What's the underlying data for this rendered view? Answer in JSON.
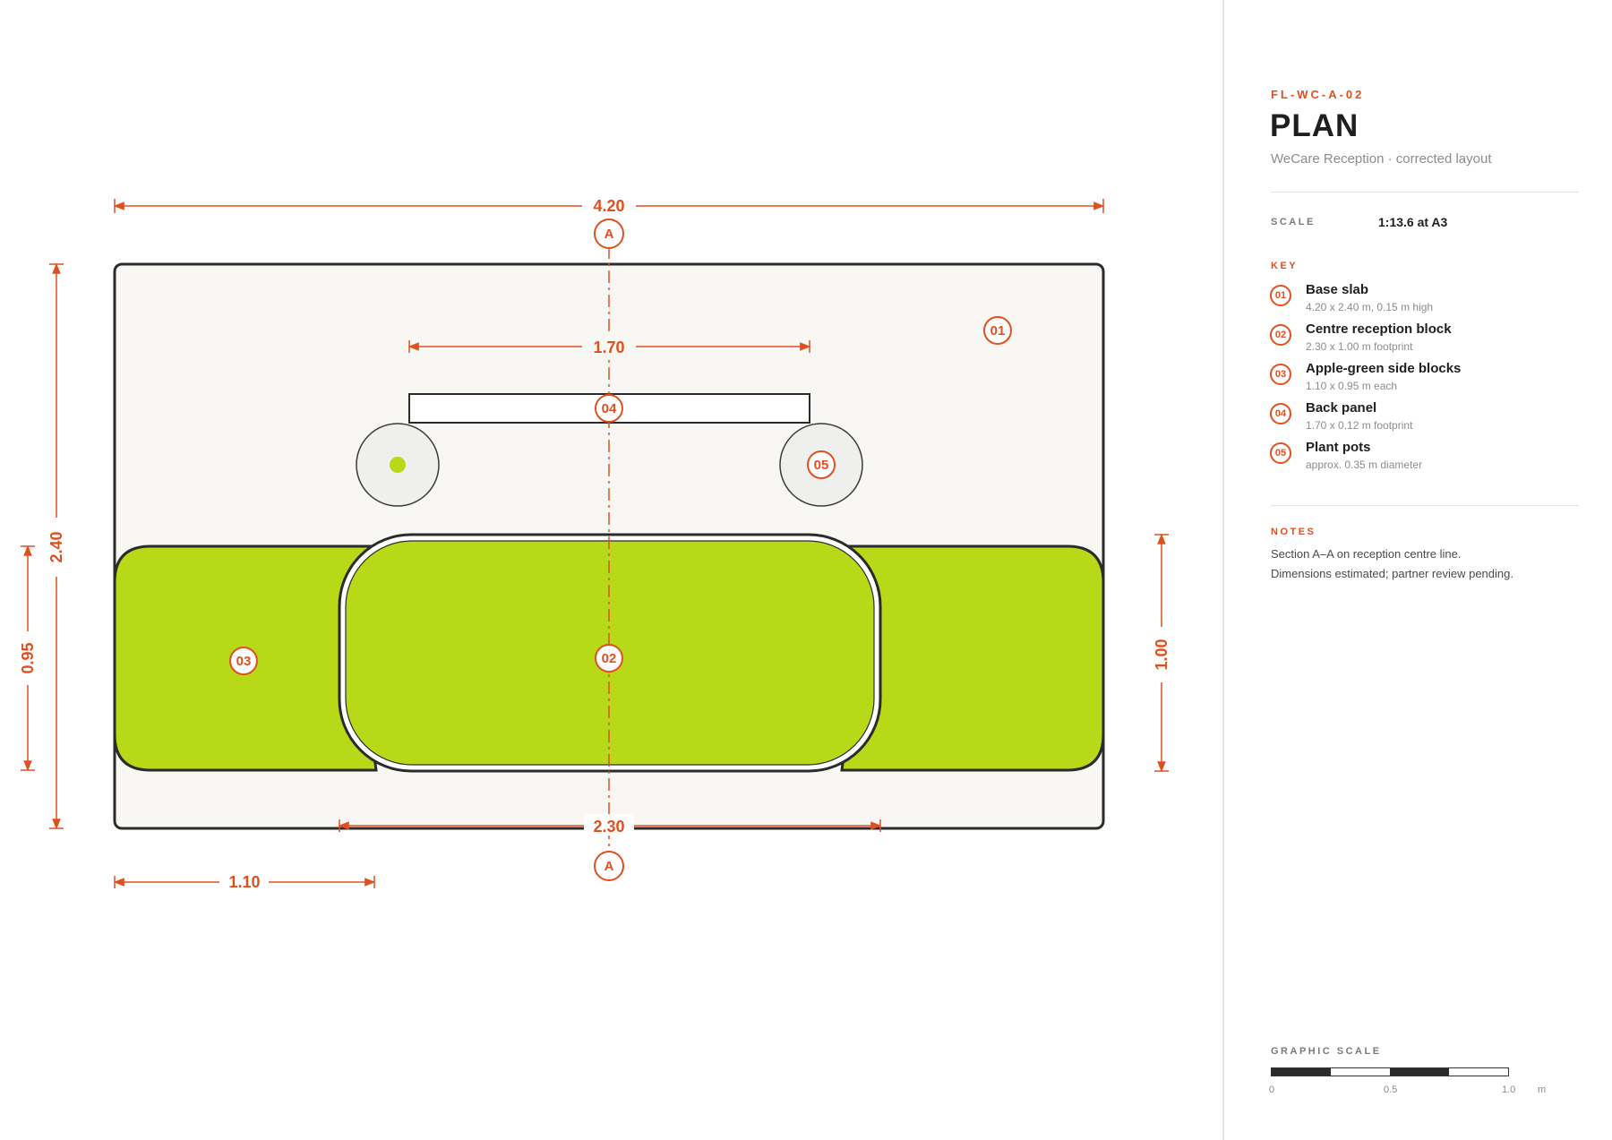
{
  "sheet": {
    "code": "FL-WC-A-02",
    "title": "PLAN",
    "subtitle": "WeCare Reception · corrected layout"
  },
  "scale": {
    "label": "SCALE",
    "value": "1:13.6 at A3"
  },
  "key": {
    "label": "KEY",
    "items": [
      {
        "num": "01",
        "name": "Base slab",
        "desc": "4.20 x 2.40 m, 0.15 m high"
      },
      {
        "num": "02",
        "name": "Centre reception block",
        "desc": "2.30 x 1.00 m footprint"
      },
      {
        "num": "03",
        "name": "Apple-green side blocks",
        "desc": "1.10 x 0.95 m each"
      },
      {
        "num": "04",
        "name": "Back panel",
        "desc": "1.70 x 0.12 m footprint"
      },
      {
        "num": "05",
        "name": "Plant pots",
        "desc": "approx. 0.35 m diameter"
      }
    ]
  },
  "notes": {
    "label": "NOTES",
    "lines": [
      "Section A–A on reception centre line.",
      "Dimensions estimated; partner review pending."
    ]
  },
  "graphic_scale": {
    "label": "GRAPHIC SCALE",
    "ticks": [
      "0",
      "0.5",
      "1.0"
    ],
    "unit": "m"
  },
  "plan": {
    "dimensions": {
      "overall_width": "4.20",
      "overall_depth": "2.40",
      "panel_width": "1.70",
      "side_block_depth": "0.95",
      "centre_depth": "1.00",
      "centre_width": "2.30",
      "side_block_width": "1.10"
    },
    "section_marker": "A",
    "tags": {
      "base_slab": "01",
      "centre_block": "02",
      "side_block": "03",
      "back_panel": "04",
      "plant_pot": "05"
    }
  },
  "colors": {
    "accent": "#e0501f",
    "apple_green": "#b7d918",
    "slab": "#f8f7f3",
    "outline": "#2b2b2b",
    "pot": "#efefed"
  }
}
